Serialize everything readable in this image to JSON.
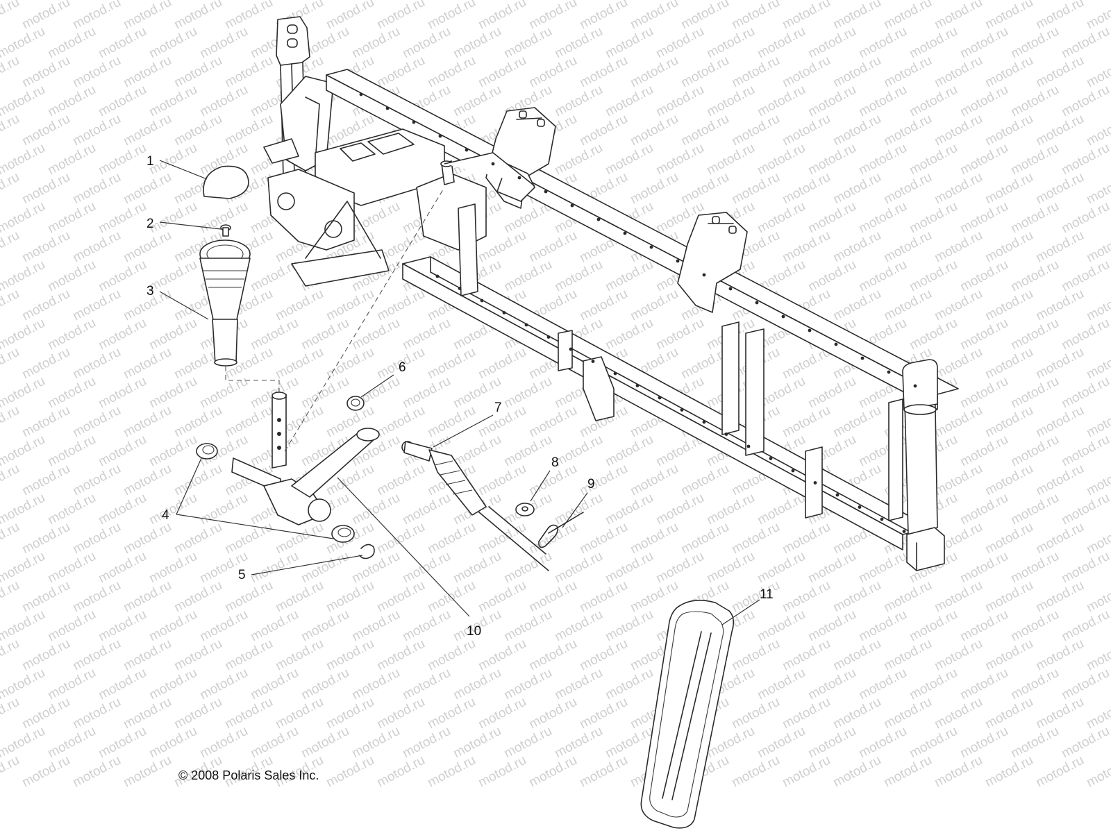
{
  "watermark": "motod.ru",
  "copyright": "© 2008 Polaris Sales Inc.",
  "callouts": [
    {
      "id": "1",
      "label": "1"
    },
    {
      "id": "2",
      "label": "2"
    },
    {
      "id": "3",
      "label": "3"
    },
    {
      "id": "4",
      "label": "4"
    },
    {
      "id": "5",
      "label": "5"
    },
    {
      "id": "6",
      "label": "6"
    },
    {
      "id": "7",
      "label": "7"
    },
    {
      "id": "8",
      "label": "8"
    },
    {
      "id": "9",
      "label": "9"
    },
    {
      "id": "10",
      "label": "10"
    },
    {
      "id": "11",
      "label": "11"
    }
  ],
  "colors": {
    "line": "#2a2a2a",
    "watermark": "#cfcfcf",
    "background": "#ffffff"
  }
}
